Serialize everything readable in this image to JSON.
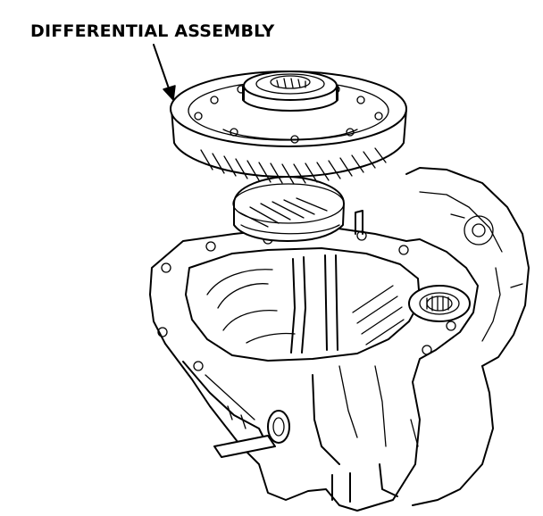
{
  "diagram": {
    "callout_label": "DIFFERENTIAL ASSEMBLY",
    "parts": [
      "differential-assembly",
      "transmission-housing"
    ]
  }
}
